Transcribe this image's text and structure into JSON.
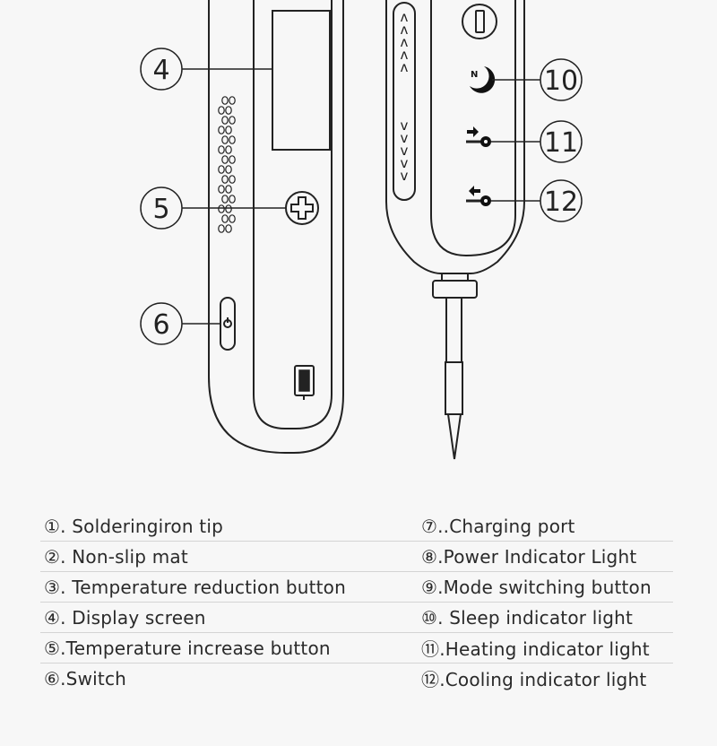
{
  "callouts": {
    "c4": "4",
    "c5": "5",
    "c6": "6",
    "c10": "10",
    "c11": "11",
    "c12": "12"
  },
  "icons": {
    "mode_switch": "N",
    "up_arrows": "ʌ",
    "down_arrows": "v"
  },
  "legend": {
    "rows": [
      {
        "left": "①. Solderingiron tip",
        "right": "⑦..Charging port"
      },
      {
        "left": "②. Non-slip mat",
        "right": "⑧.Power Indicator Light"
      },
      {
        "left": "③. Temperature reduction button",
        "right": "⑨.Mode switching button"
      },
      {
        "left": "④. Display screen",
        "right": "⑩. Sleep indicator light"
      },
      {
        "left": "⑤.Temperature increase button",
        "right": "⑪.Heating indicator light"
      },
      {
        "left": "⑥.Switch",
        "right": "⑫.Cooling indicator light"
      }
    ]
  },
  "colors": {
    "line": "#222222",
    "background": "#f7f7f7",
    "divider": "#d4d4d4"
  }
}
